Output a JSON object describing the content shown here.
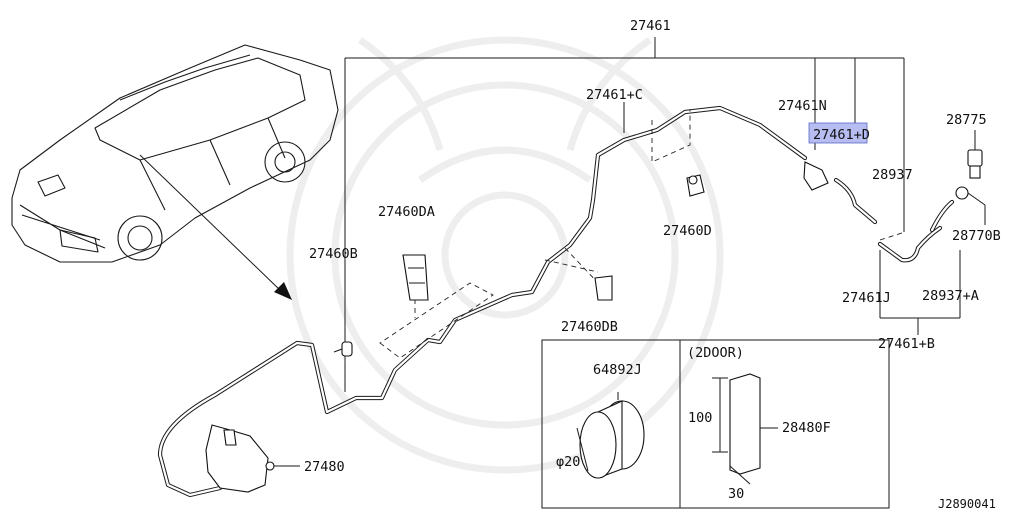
{
  "callouts": {
    "c27461": "27461",
    "c27461C": "27461+C",
    "c27461N": "27461N",
    "c27461D": "27461+D",
    "c28775": "28775",
    "c28937": "28937",
    "c28770B": "28770B",
    "c27460DA": "27460DA",
    "c27460D": "27460D",
    "c27460B": "27460B",
    "c27461J": "27461J",
    "c28937A": "28937+A",
    "c27461B": "27461+B",
    "c27460DB": "27460DB",
    "c27480": "27480",
    "c64892J": "64892J",
    "c28480F": "28480F"
  },
  "inset": {
    "variant_label": "(2DOOR)",
    "dim_diameter": "φ20",
    "dim_height": "100",
    "dim_width": "30"
  },
  "diagram_code": "J2890041",
  "highlight_color": "#b7bdf0"
}
